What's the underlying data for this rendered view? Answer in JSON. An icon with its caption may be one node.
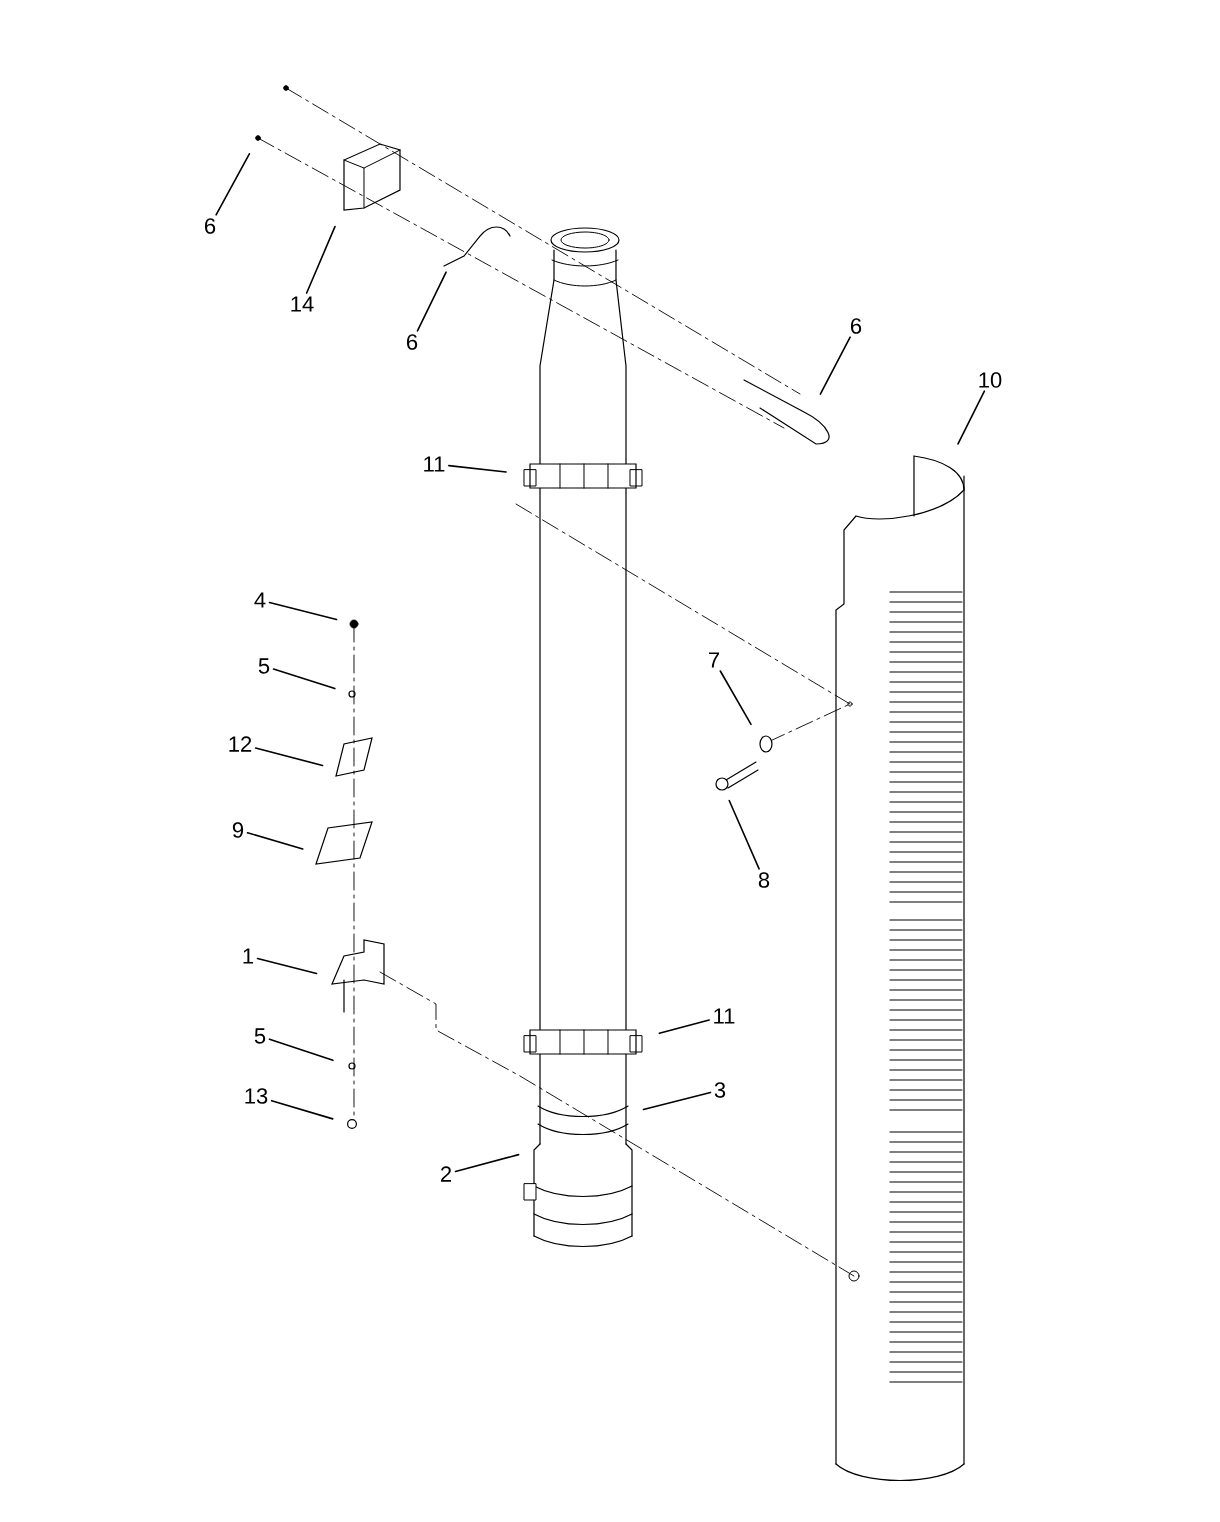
{
  "diagram": {
    "nodes": [
      {
        "text": [
          "6"
        ]
      },
      {
        "text": [
          "14"
        ]
      },
      {
        "text": [
          "6"
        ]
      },
      {
        "text": [
          "6"
        ]
      },
      {
        "text": [
          "10"
        ]
      },
      {
        "text": [
          "11"
        ]
      },
      {
        "text": [
          "4"
        ]
      },
      {
        "text": [
          "7"
        ]
      },
      {
        "text": [
          "5"
        ]
      },
      {
        "text": [
          "12"
        ]
      },
      {
        "text": [
          "9"
        ]
      },
      {
        "text": [
          "8"
        ]
      },
      {
        "text": [
          "1"
        ]
      },
      {
        "text": [
          "11"
        ]
      },
      {
        "text": [
          "5"
        ]
      },
      {
        "text": [
          "3"
        ]
      },
      {
        "text": [
          "13"
        ]
      },
      {
        "text": [
          "2"
        ]
      }
    ],
    "edges": [
      {
        "from": 0,
        "to": null,
        "arrow": "none"
      },
      {
        "from": 1,
        "to": null,
        "arrow": "none"
      },
      {
        "from": 2,
        "to": null,
        "arrow": "none"
      },
      {
        "from": 3,
        "to": null,
        "arrow": "none"
      },
      {
        "from": 4,
        "to": null,
        "arrow": "none"
      },
      {
        "from": 5,
        "to": null,
        "arrow": "none"
      },
      {
        "from": 6,
        "to": null,
        "arrow": "none"
      },
      {
        "from": 7,
        "to": null,
        "arrow": "none"
      },
      {
        "from": 8,
        "to": null,
        "arrow": "none"
      },
      {
        "from": 9,
        "to": null,
        "arrow": "none"
      },
      {
        "from": 10,
        "to": null,
        "arrow": "none"
      },
      {
        "from": 11,
        "to": null,
        "arrow": "none"
      },
      {
        "from": 12,
        "to": null,
        "arrow": "none"
      },
      {
        "from": 13,
        "to": null,
        "arrow": "none"
      },
      {
        "from": 14,
        "to": null,
        "arrow": "none"
      },
      {
        "from": 15,
        "to": null,
        "arrow": "none"
      },
      {
        "from": 16,
        "to": null,
        "arrow": "none"
      },
      {
        "from": 17,
        "to": null,
        "arrow": "none"
      }
    ]
  }
}
